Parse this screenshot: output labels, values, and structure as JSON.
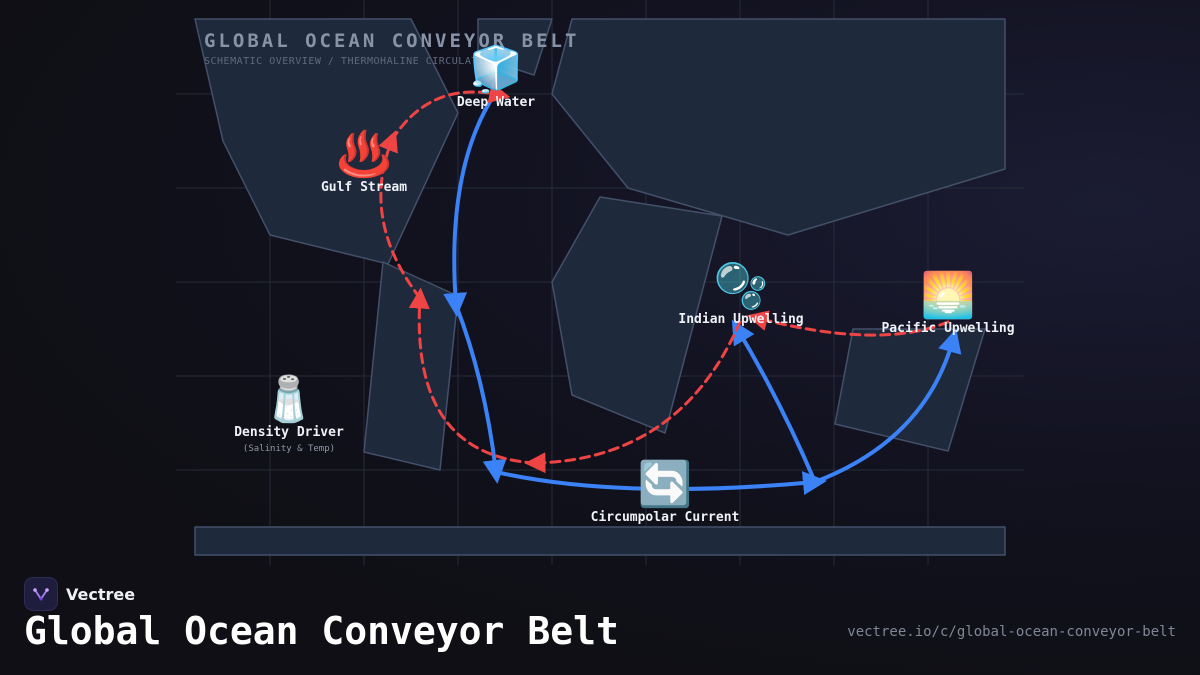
{
  "diagram": {
    "title": "GLOBAL OCEAN CONVEYOR BELT",
    "subtitle": "SCHEMATIC OVERVIEW / THERMOHALINE CIRCULATION",
    "nodes": {
      "deep_water": {
        "icon": "ice-cube-icon",
        "glyph": "🧊",
        "label": "Deep Water"
      },
      "gulf_stream": {
        "icon": "hot-springs-icon",
        "glyph": "♨️",
        "label": "Gulf Stream"
      },
      "indian_upwelling": {
        "icon": "bubbles-icon",
        "glyph": "🫧",
        "label": "Indian Upwelling"
      },
      "pacific_upwelling": {
        "icon": "sunrise-icon",
        "glyph": "🌅",
        "label": "Pacific Upwelling"
      },
      "density_driver": {
        "icon": "salt-shaker-icon",
        "glyph": "🧂",
        "label": "Density Driver",
        "sublabel": "(Salinity & Temp)"
      },
      "circumpolar_current": {
        "icon": "cycle-arrows-icon",
        "glyph": "🔄",
        "label": "Circumpolar Current"
      }
    },
    "legend_colors": {
      "cold_deep_current": "#3b82f6",
      "warm_surface_current": "#ef4444",
      "landmass": "#1e293b",
      "landmass_border": "#44506a",
      "grid": "#262c38"
    }
  },
  "footer": {
    "brand": "Vectree",
    "brand_logo_icon": "vectree-logo-icon",
    "title": "Global Ocean Conveyor Belt",
    "url": "vectree.io/c/global-ocean-conveyor-belt"
  }
}
